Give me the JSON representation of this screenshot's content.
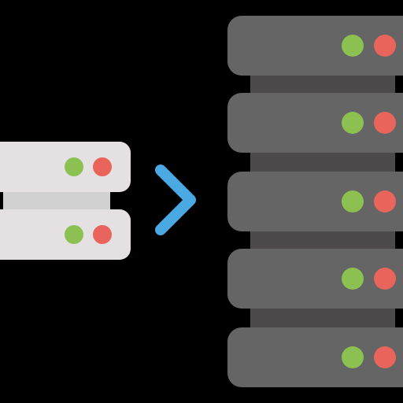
{
  "colors": {
    "background": "#000000",
    "small_server_body": "#e5e1e3",
    "small_server_connector": "#d2d1d1",
    "large_server_body": "#646564",
    "large_server_connector": "#4c4a4b",
    "led_green": "#8cc152",
    "led_red": "#e9645a",
    "arrow": "#4aa8e2"
  },
  "illustration": {
    "small_server": {
      "icon": "server-icon",
      "unit_count": 2
    },
    "arrow": {
      "icon": "chevron-right-icon",
      "meaning": "scale-up"
    },
    "large_server_rack": {
      "icon": "server-rack-icon",
      "unit_count": 5
    }
  }
}
